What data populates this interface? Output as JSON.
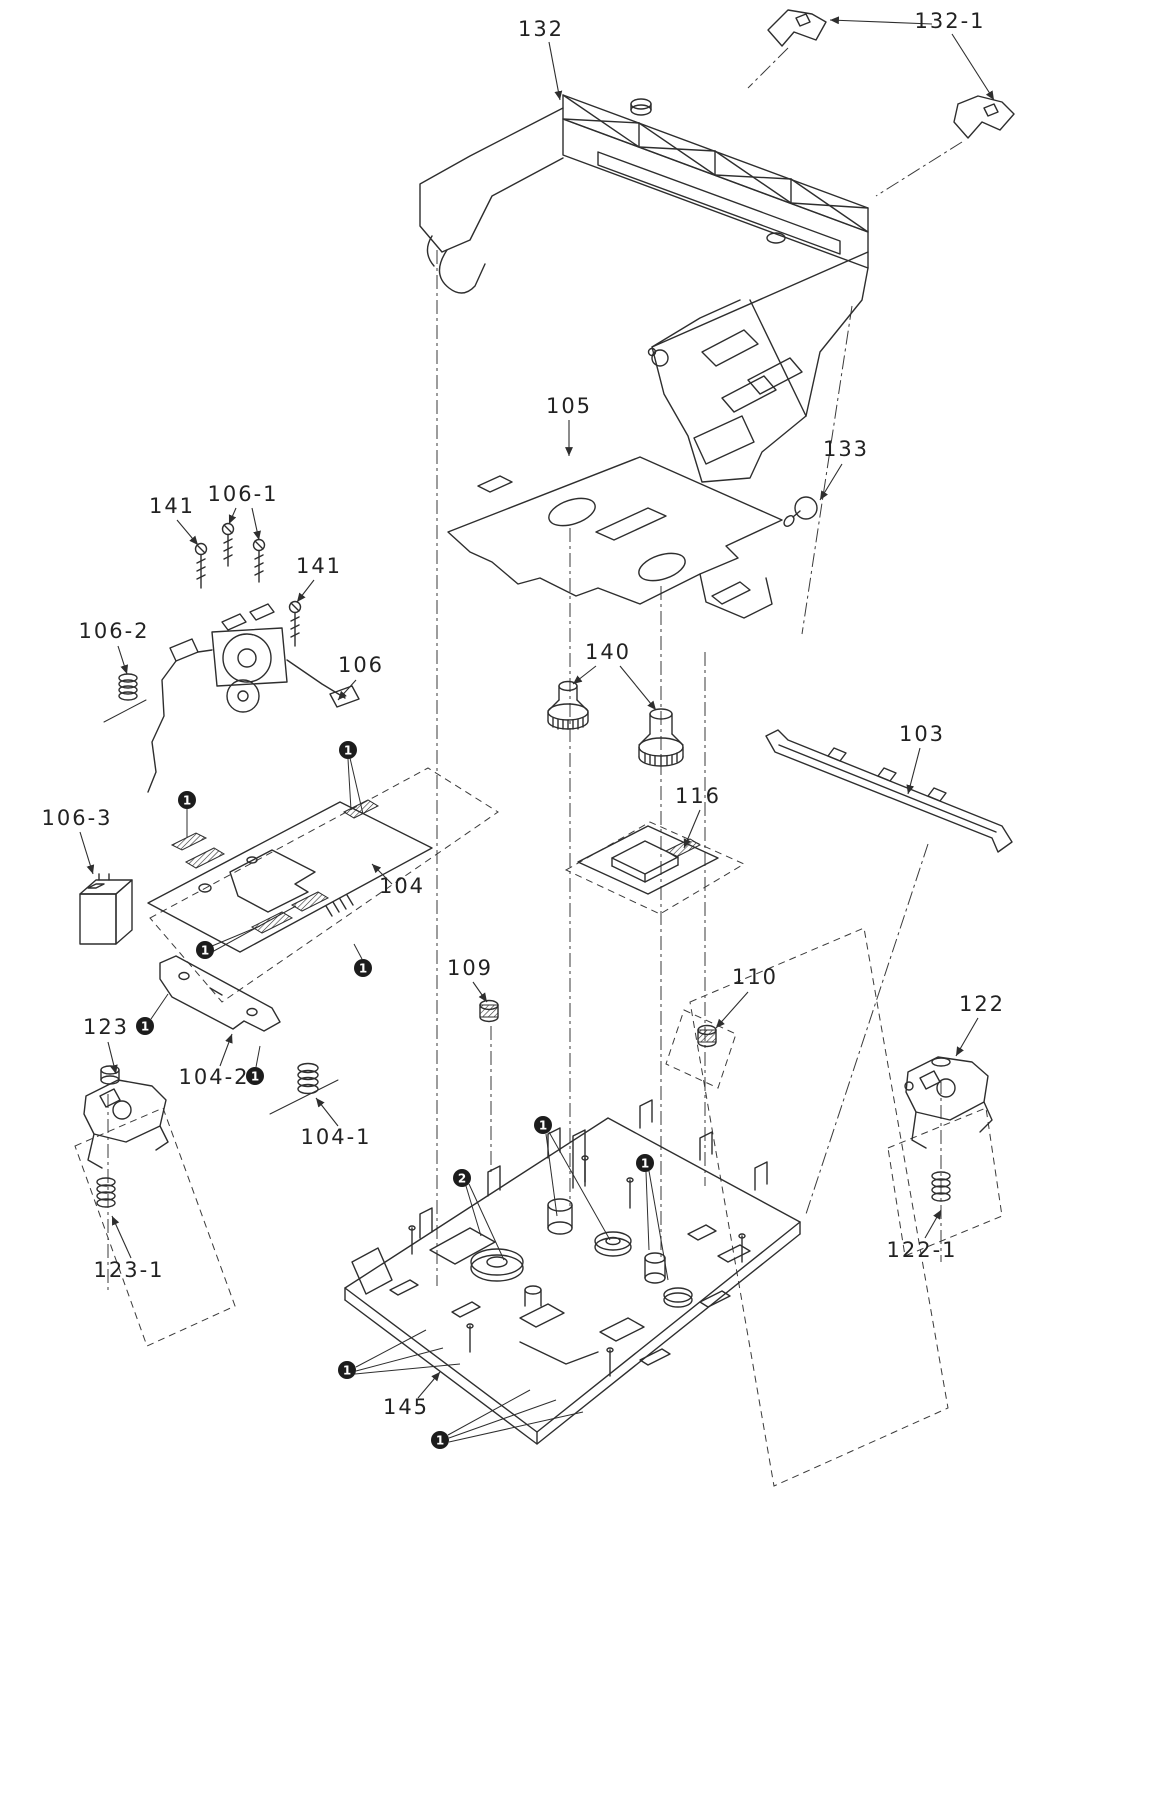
{
  "page": {
    "background": "#ffffff",
    "line_color": "#2e2e2e"
  },
  "diagram": {
    "kind": "exploded-parts-diagram",
    "parts": [
      {
        "id": "132",
        "label": "132"
      },
      {
        "id": "132-1",
        "label": "132-1"
      },
      {
        "id": "105",
        "label": "105"
      },
      {
        "id": "133",
        "label": "133"
      },
      {
        "id": "141-left",
        "label": "141"
      },
      {
        "id": "106-1",
        "label": "106-1"
      },
      {
        "id": "141-right",
        "label": "141"
      },
      {
        "id": "106-2",
        "label": "106-2"
      },
      {
        "id": "106",
        "label": "106"
      },
      {
        "id": "140",
        "label": "140"
      },
      {
        "id": "103",
        "label": "103"
      },
      {
        "id": "106-3",
        "label": "106-3"
      },
      {
        "id": "116",
        "label": "116"
      },
      {
        "id": "104",
        "label": "104"
      },
      {
        "id": "109",
        "label": "109"
      },
      {
        "id": "110",
        "label": "110"
      },
      {
        "id": "122",
        "label": "122"
      },
      {
        "id": "123",
        "label": "123"
      },
      {
        "id": "104-2",
        "label": "104-2"
      },
      {
        "id": "104-1",
        "label": "104-1"
      },
      {
        "id": "123-1",
        "label": "123-1"
      },
      {
        "id": "122-1",
        "label": "122-1"
      },
      {
        "id": "145",
        "label": "145"
      }
    ],
    "fastener_markers": [
      {
        "num": "1"
      },
      {
        "num": "1"
      },
      {
        "num": "1"
      },
      {
        "num": "1"
      },
      {
        "num": "1"
      },
      {
        "num": "1"
      },
      {
        "num": "1"
      },
      {
        "num": "1"
      },
      {
        "num": "2"
      },
      {
        "num": "1"
      },
      {
        "num": "1"
      }
    ]
  }
}
